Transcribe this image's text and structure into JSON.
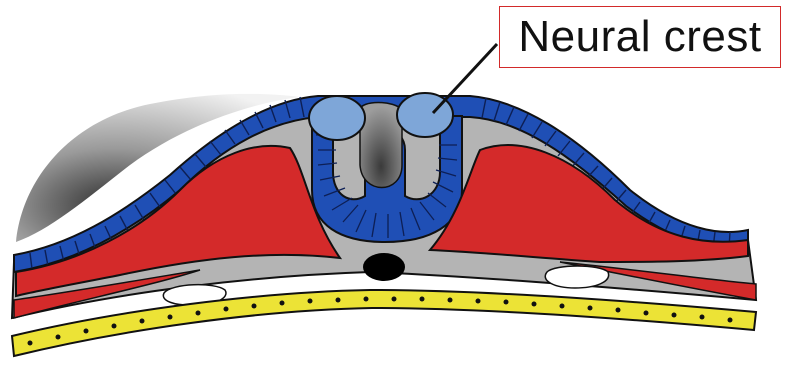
{
  "label": {
    "text": "Neural crest"
  },
  "colors": {
    "ectoderm_blue": "#1f4fb5",
    "neural_crest_light_blue": "#7ea6d8",
    "mesoderm_red": "#d42a2a",
    "endoderm_yellow": "#ece336",
    "tissue_gray": "#b3b3b3",
    "outline": "#111111",
    "label_border": "#d22a2a"
  },
  "parts": [
    "ectoderm",
    "neural-tube",
    "neural-crest",
    "somite-mesoderm",
    "notochord",
    "coelom",
    "endoderm",
    "amniotic-cavity"
  ]
}
